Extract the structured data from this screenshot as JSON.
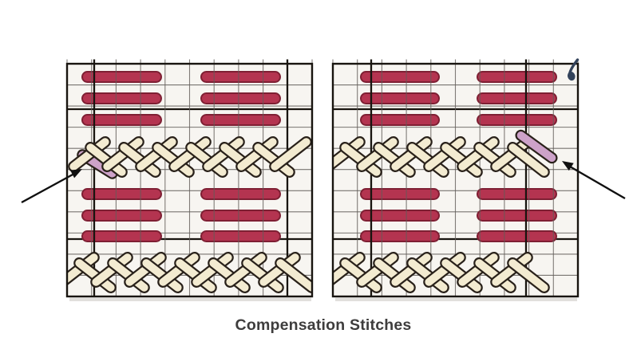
{
  "caption": "Compensation Stitches",
  "diagram": {
    "panels": [
      {
        "id": "left",
        "compensation_side": "start"
      },
      {
        "id": "right",
        "compensation_side": "end"
      }
    ],
    "sections_per_panel": 2,
    "bar_groups_per_section": 2,
    "bars_per_group": 3,
    "herringbone_bands_per_panel": 2,
    "compensation_stitches_per_panel": 1,
    "icons": {
      "pointer_arrow_left": "arrow-pointing-up-right",
      "pointer_arrow_right": "arrow-pointing-up-left",
      "corner_mark": "comma-like-needle-mark"
    }
  },
  "colors": {
    "page_background": "#ffffff",
    "canvas_fill": "#f7f5f1",
    "grid_line": "#615d59",
    "grid_line_bold": "#18140f",
    "satin_fill": "#b43450",
    "satin_outline": "#7e1f33",
    "cross_fill": "#f3ebd1",
    "cross_outline": "#29211a",
    "compensation_fill": "#cda2c9",
    "arrow_color": "#101010",
    "mark_color": "#33435b",
    "caption_color": "#3e3d3d",
    "panel_shadow": "#c8c4bf"
  }
}
